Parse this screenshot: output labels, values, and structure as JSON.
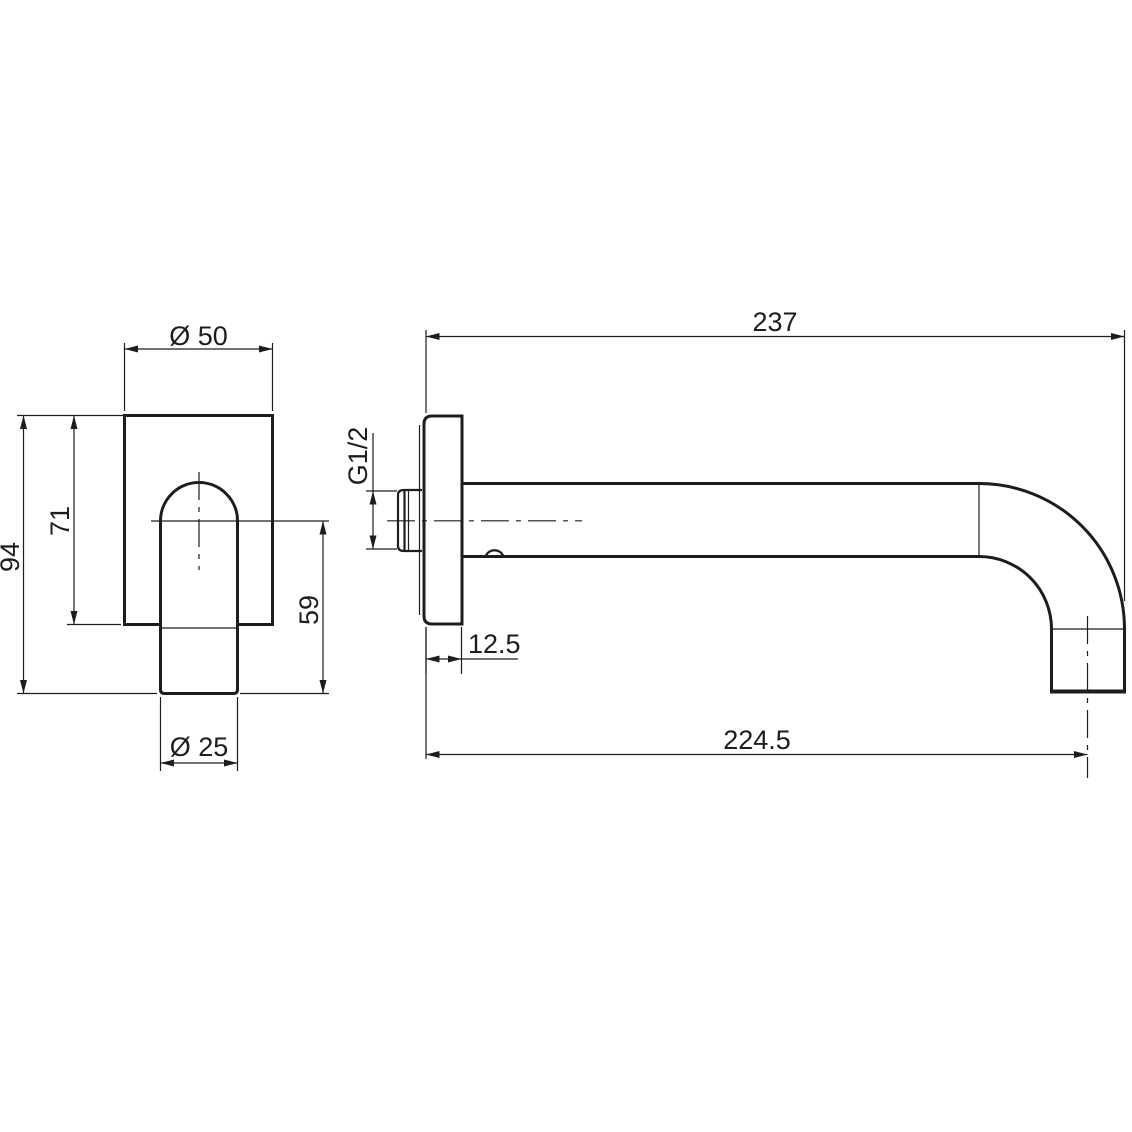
{
  "drawing": {
    "colors": {
      "line": "#1d1d1b",
      "background": "#ffffff"
    },
    "front_view": {
      "plate_width": "Ø 50",
      "overall_height": "94",
      "plate_height": "71",
      "center_to_outlet": "59",
      "spout_diameter": "Ø 25"
    },
    "side_view": {
      "overall_projection": "237",
      "thread_size": "G1/2",
      "plate_depth": "12.5",
      "projection_to_outlet_center": "224.5"
    }
  }
}
